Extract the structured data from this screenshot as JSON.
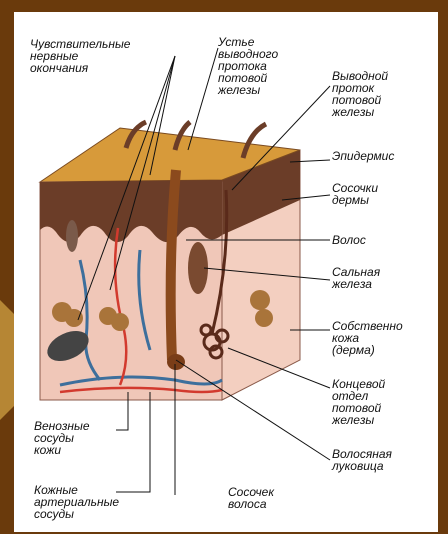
{
  "colors": {
    "frame": "#6a3a0c",
    "panel": "#ffffff",
    "epidermis": "#6b3d28",
    "dermis": "#f0c7b8",
    "surface": "#d79a3a",
    "vein": "#3d6f9c",
    "artery": "#d23a2e",
    "hair": "#8b4a1d"
  },
  "labels": {
    "nerve_endings": "Чувствительные\nнервные\nокончания",
    "sweat_pore": "Устье\nвыводного\nпротока\nпотовой\nжелезы",
    "sweat_duct": "Выводной\nпроток\nпотовой\nжелезы",
    "epidermis": "Эпидермис",
    "papillae": "Сосочки\nдермы",
    "hair": "Волос",
    "sebaceous": "Сальная\nжелеза",
    "dermis": "Собственно\nкожа\n(дерма)",
    "sweat_gland_end": "Концевой\nотдел\nпотовой\nжелезы",
    "hair_bulb": "Волосяная\nлуковица",
    "veins": "Венозные\nсосуды\nкожи",
    "arteries": "Кожные\nартериальные\nсосуды",
    "hair_papilla": "Сосочек\nволоса"
  }
}
